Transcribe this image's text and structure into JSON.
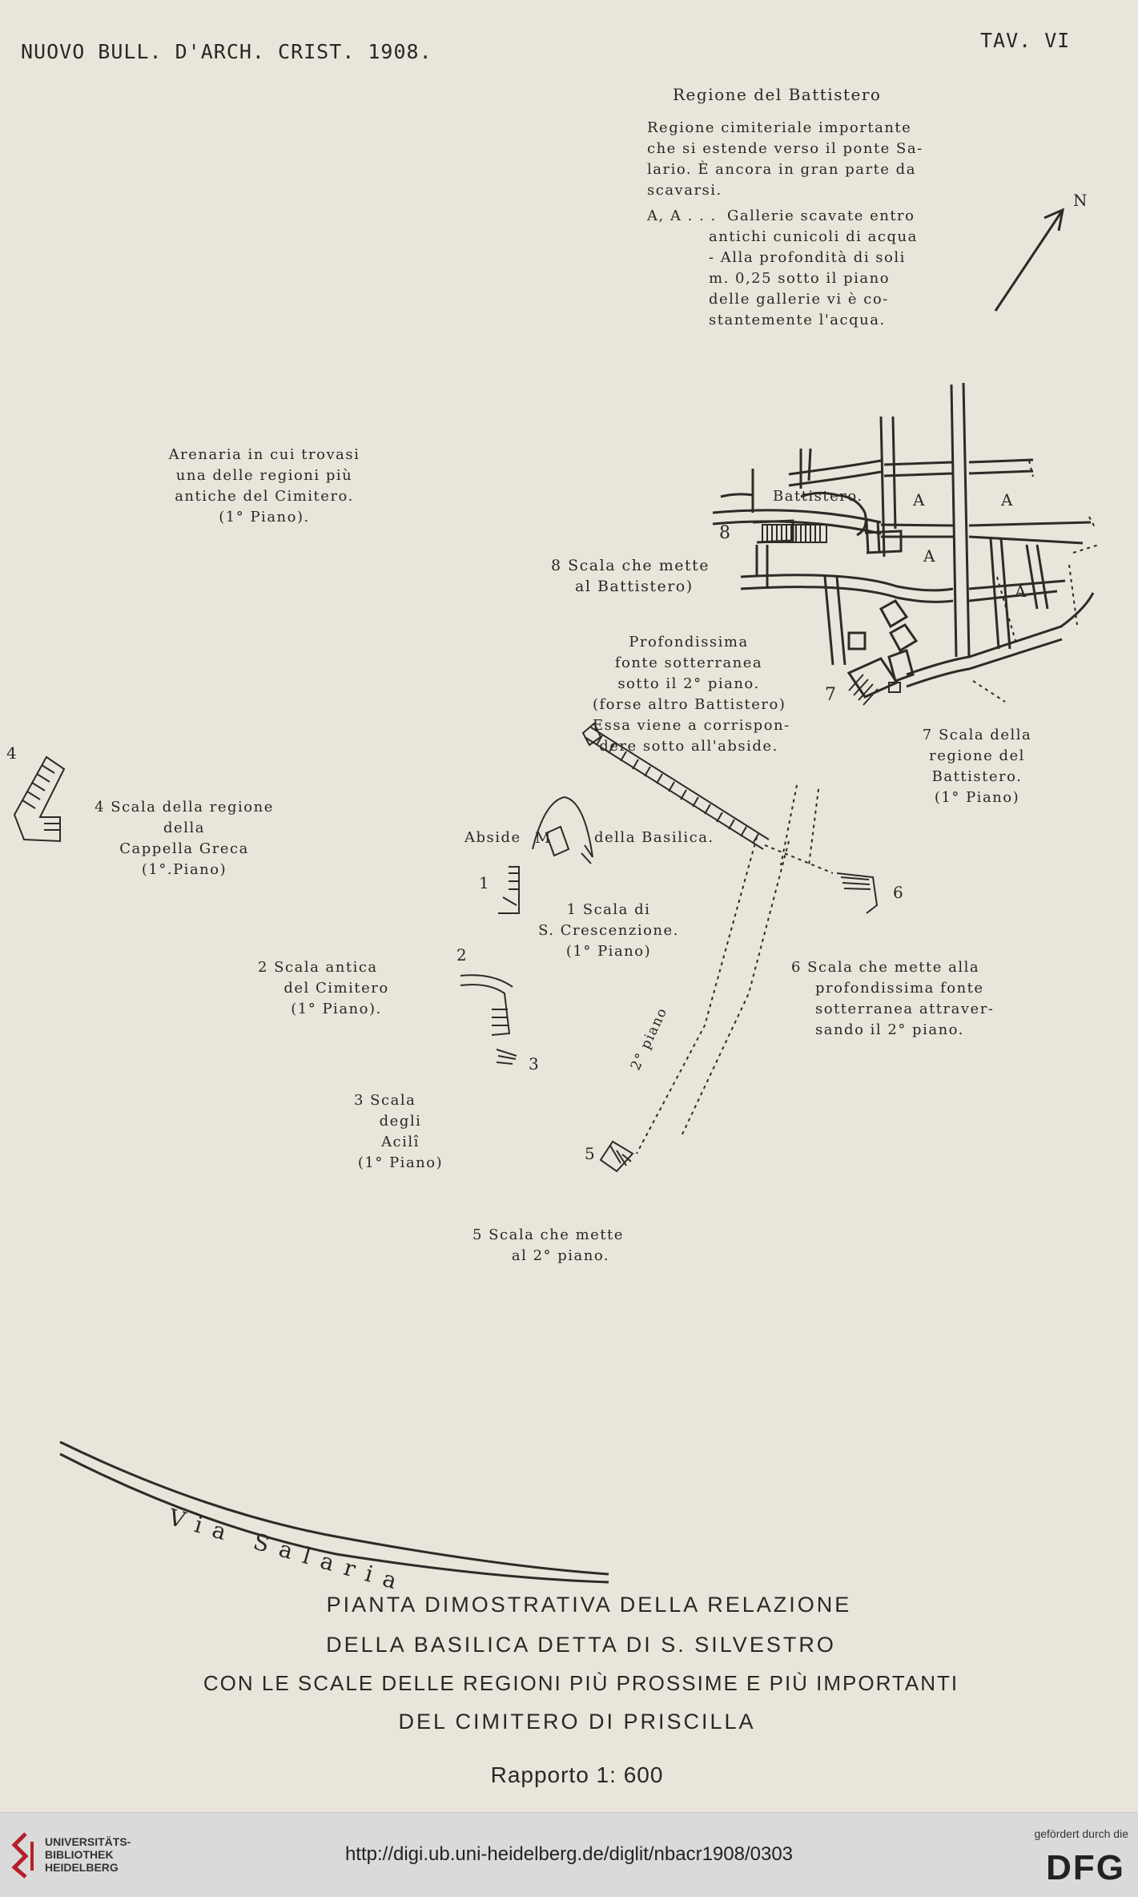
{
  "header": {
    "journal": "NUOVO BULL. D'ARCH. CRIST. 1908.",
    "plate": "TAV. VI"
  },
  "region_note": {
    "title": "Regione del Battistero",
    "lines": [
      "Regione cimiteriale importante",
      "che si estende verso il ponte Sa-",
      "lario. È ancora in gran parte da",
      "scavarsi."
    ],
    "a_label": "A, A . . .",
    "a_lines": [
      "Gallerie scavate entro",
      "antichi cunicoli di acqua",
      "- Alla profondità di soli",
      "m. 0,25 sotto il piano",
      "delle gallerie vi è co-",
      "stantemente l'acqua."
    ]
  },
  "north": "N",
  "labels": {
    "arenaria": [
      "Arenaria in cui trovasi",
      "una delle regioni più",
      "antiche del Cimitero.",
      "(1° Piano)."
    ],
    "battistero": "Battistero.",
    "a": "A",
    "num8": "8",
    "scala8": [
      "8 Scala che mette",
      "al Battistero)"
    ],
    "fonte": [
      "Profondissima",
      "fonte sotterranea",
      "sotto il 2° piano.",
      "(forse altro Battistero)",
      "Essa viene a corrispon-",
      "dere sotto all'abside."
    ],
    "num7": "7",
    "scala7": [
      "7 Scala della",
      "regione del",
      "Battistero.",
      "(1° Piano)"
    ],
    "num4": "4",
    "scala4": [
      "4 Scala della regione",
      "della",
      "Cappella Greca",
      "(1°.Piano)"
    ],
    "abside": "Abside",
    "m": "M",
    "della_basilica": "della Basilica.",
    "num1": "1",
    "scala1": [
      "1 Scala di",
      "S. Crescenzione.",
      "(1° Piano)"
    ],
    "num6": "6",
    "scala6": [
      "6 Scala che mette alla",
      "profondissima fonte",
      "sotterranea attraver-",
      "sando il 2° piano."
    ],
    "num2": "2",
    "scala2": [
      "2 Scala antica",
      "del Cimitero",
      "(1° Piano)."
    ],
    "num3": "3",
    "scala3": [
      "3 Scala",
      "degli",
      "Acilî",
      "(1° Piano)"
    ],
    "secondo_piano": "2° piano",
    "num5": "5",
    "scala5": [
      "5 Scala che mette",
      "al 2° piano."
    ],
    "via_salaria": "Via Salaria"
  },
  "title_lines": [
    "PIANTA DIMOSTRATIVA DELLA RELAZIONE",
    "DELLA BASILICA DETTA DI S. SILVESTRO",
    "CON LE SCALE DELLE REGIONI PIÙ PROSSIME E PIÙ IMPORTANTI",
    "DEL CIMITERO DI PRISCILLA"
  ],
  "scale": "Rapporto 1: 600",
  "footer": {
    "library": [
      "UNIVERSITÄTS-",
      "BIBLIOTHEK",
      "HEIDELBERG"
    ],
    "url": "http://digi.ub.uni-heidelberg.de/diglit/nbacr1908/0303",
    "funded_by": "gefördert durch die",
    "funder": "DFG"
  }
}
